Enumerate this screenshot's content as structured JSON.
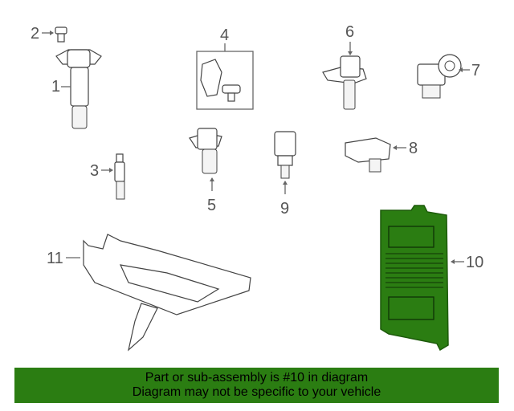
{
  "callouts": [
    {
      "id": "1",
      "label": "1"
    },
    {
      "id": "2",
      "label": "2"
    },
    {
      "id": "3",
      "label": "3"
    },
    {
      "id": "4",
      "label": "4"
    },
    {
      "id": "5",
      "label": "5"
    },
    {
      "id": "6",
      "label": "6"
    },
    {
      "id": "7",
      "label": "7"
    },
    {
      "id": "8",
      "label": "8"
    },
    {
      "id": "9",
      "label": "9"
    },
    {
      "id": "10",
      "label": "10"
    },
    {
      "id": "11",
      "label": "11"
    }
  ],
  "highlight": {
    "part": "10",
    "color": "#2b7d12"
  },
  "banner": {
    "line1": "Part or sub-assembly is #10 in diagram",
    "line2": "Diagram may not be specific to your vehicle",
    "background": "#2b7d12"
  }
}
